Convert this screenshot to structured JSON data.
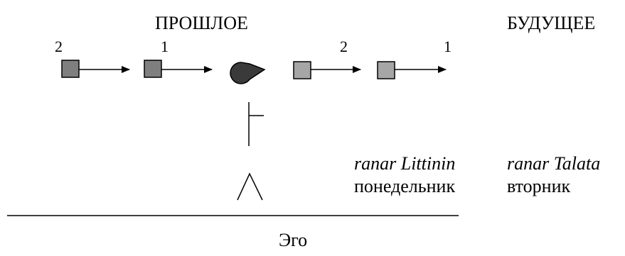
{
  "headings": {
    "past": "ПРОШЛОЕ",
    "future": "БУДУЩЕЕ"
  },
  "sequence_numbers": [
    "2",
    "1",
    "2",
    "1"
  ],
  "days": [
    {
      "name": "ranar Littinin",
      "translation": "понедельник"
    },
    {
      "name": "ranar Talata",
      "translation": "вторник"
    }
  ],
  "ego_label": "Эго",
  "colors": {
    "past_square": "#7f7f7f",
    "future_square": "#a6a6a6",
    "head": "#3a3a3a",
    "line": "#000000"
  }
}
